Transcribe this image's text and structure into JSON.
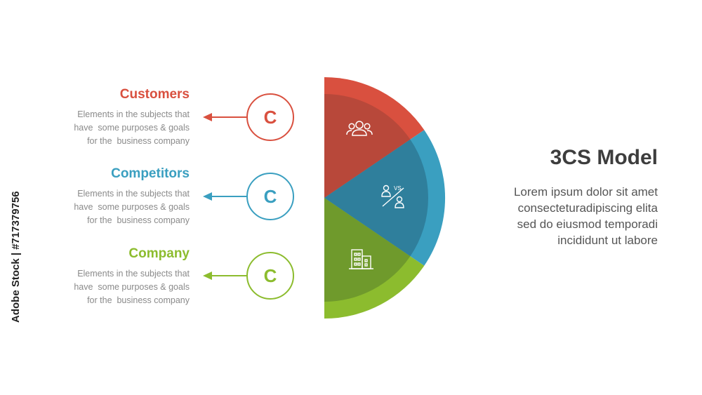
{
  "items": [
    {
      "title": "Customers",
      "letter": "C",
      "color": "#d9503f",
      "icon": "people-group-icon",
      "desc": [
        "Elements in the subjects that",
        "have  some purposes & goals",
        "for the  business company"
      ]
    },
    {
      "title": "Competitors",
      "letter": "C",
      "color": "#3a9fc0",
      "icon": "versus-icon",
      "desc": [
        "Elements in the subjects that",
        "have  some purposes & goals",
        "for the  business company"
      ]
    },
    {
      "title": "Company",
      "letter": "C",
      "color": "#8cbc2e",
      "icon": "building-icon",
      "desc": [
        "Elements in the subjects that",
        "have  some purposes & goals",
        "for the  business company"
      ]
    }
  ],
  "icon_text": {
    "versus": "VS"
  },
  "model": {
    "title": "3CS Model",
    "lines": [
      "Lorem ipsum dolor sit amet",
      "consecteturadipiscing elita",
      "sed do eiusmod temporadi",
      "incididunt ut labore"
    ]
  },
  "credit": "Adobe Stock | #717379756",
  "colors": {
    "red_dark": "#b8483a",
    "blue_dark": "#2f7f9c",
    "green_dark": "#6f9a2c"
  }
}
